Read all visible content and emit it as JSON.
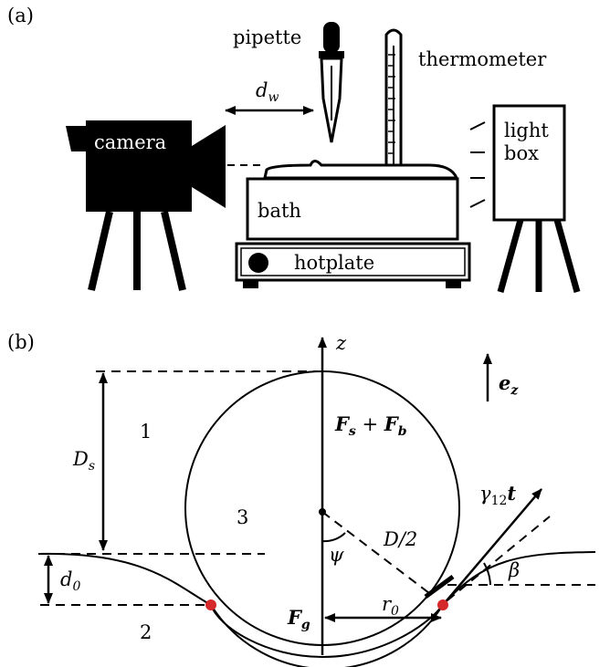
{
  "panel_a": {
    "tag": "(a)",
    "pipette": "pipette",
    "thermometer": "thermometer",
    "camera": "camera",
    "light_box_line1": "light",
    "light_box_line2": "box",
    "bath": "bath",
    "hotplate": "hotplate",
    "distance_symbol": "d",
    "distance_sub": "w"
  },
  "panel_b": {
    "tag": "(b)",
    "axis_z": "z",
    "unit_vector": "e",
    "unit_vector_sub": "z",
    "region_1": "1",
    "region_2": "2",
    "region_3": "3",
    "Ds_symbol": "D",
    "Ds_sub": "s",
    "d0_symbol": "d",
    "d0_sub": "0",
    "force_up_F1": "F",
    "force_up_s": "s",
    "force_up_plus": " + ",
    "force_up_F2": "F",
    "force_up_b": "b",
    "force_down": "F",
    "force_down_sub": "g",
    "psi": "ψ",
    "half_D": "D/2",
    "r0_symbol": "r",
    "r0_sub": "0",
    "gamma_symbol": "γ",
    "gamma_sub": "12",
    "gamma_t": "t",
    "beta": "β",
    "contact_color": "#d4282a"
  }
}
